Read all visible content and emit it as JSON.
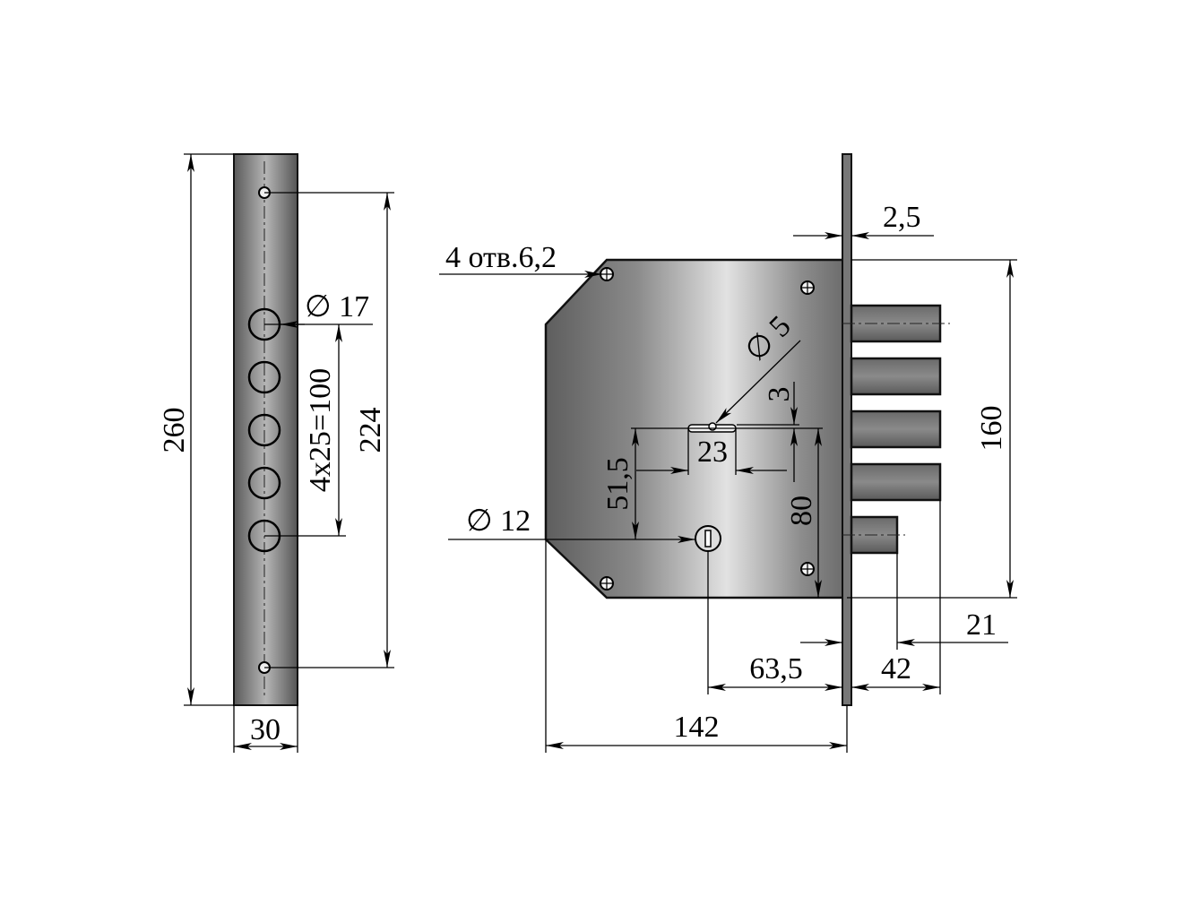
{
  "drawing": {
    "strike_plate": {
      "height": "260",
      "width": "30",
      "hole_spacing": "224",
      "bolt_hole_diameter": "∅ 17",
      "bolt_pitch": "4x25=100"
    },
    "lock_body": {
      "mounting_holes": "4 отв.6,2",
      "faceplate_thickness": "2,5",
      "pin_diameter": "∅ 5",
      "keyhole_offset": "3",
      "keyhole_width": "23",
      "cylinder_offset": "51,5",
      "center_distance": "80",
      "cylinder_diameter": "∅ 12",
      "faceplate_height": "160",
      "latch_projection": "21",
      "backset": "63,5",
      "bolt_projection": "42",
      "body_width": "142"
    },
    "colors": {
      "metal_dark": "#5e5e5e",
      "metal_light": "#d8d8d8",
      "line": "#000000"
    }
  }
}
